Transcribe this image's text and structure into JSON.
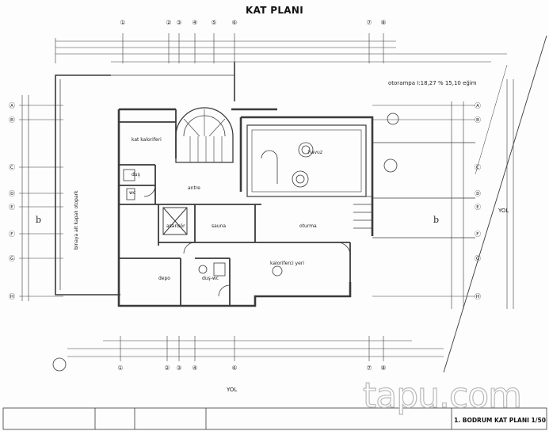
{
  "page": {
    "title": "KAT PLANI"
  },
  "rooms": {
    "kat_kaloriferi": "kat kaloriferi",
    "dus": "duş",
    "wc": "wc",
    "antre": "antre",
    "asansor": "asansör",
    "sauna": "sauna",
    "oturma": "oturma",
    "havuz": "havuz",
    "kaloriferci_yeri": "kaloriferci yeri",
    "depo": "depo",
    "dus_wc": "duş-wc"
  },
  "annotations": {
    "ramp": "otorampa I:18,27 % 15,10 eğim",
    "parking": "binaya ait kapalı otopark",
    "road_right": "YOL",
    "road_bottom": "YOL",
    "section_left": "b",
    "section_right": "b"
  },
  "grid": {
    "columns": [
      "①",
      "②",
      "③",
      "④",
      "⑤",
      "⑥",
      "⑦",
      "⑧"
    ],
    "rows": [
      "Ⓐ",
      "Ⓑ",
      "Ⓒ",
      "Ⓓ",
      "Ⓔ",
      "Ⓕ",
      "Ⓖ",
      "Ⓗ"
    ]
  },
  "watermark": "tapu.com",
  "title_block": {
    "drawing_name": "1. BODRUM KAT PLANI 1/50"
  },
  "colors": {
    "line": "#3a3a3a",
    "watermark_outline": "#b9b9b9"
  }
}
